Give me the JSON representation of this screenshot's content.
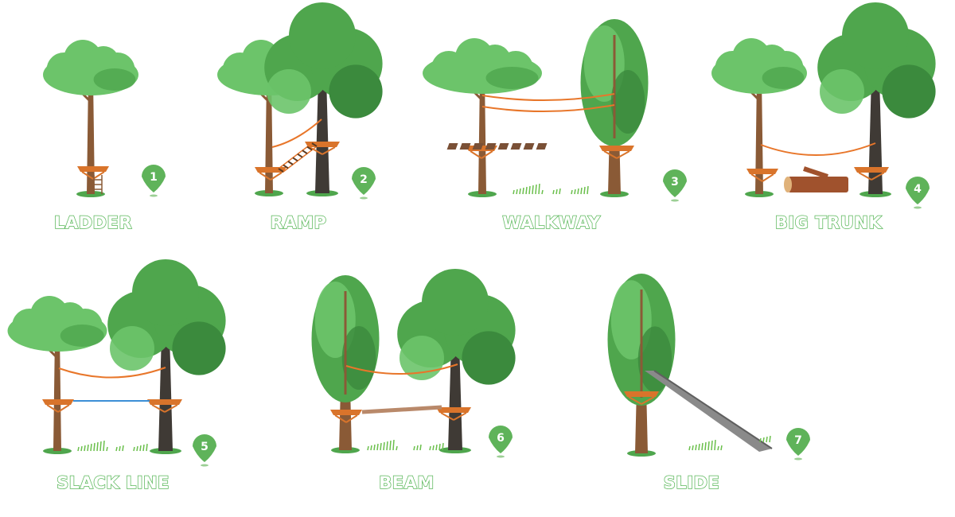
{
  "colors": {
    "caption_green": "#5cb85c",
    "pin_green": "#5fb35a",
    "canopy_light": "#6cc46a",
    "canopy_mid": "#4fa64d",
    "canopy_dark": "#3b8a3d",
    "trunk": "#8a5a36",
    "trunk_dark": "#3f3a35",
    "platform": "#d9742b",
    "rope": "#e8762a",
    "slack_line": "#3b8fd6",
    "beam": "#b9896a",
    "slide": "#8a8a8a",
    "log": "#a0522d"
  },
  "elements": [
    {
      "id": "ladder",
      "number": "1",
      "label": "LADDER"
    },
    {
      "id": "ramp",
      "number": "2",
      "label": "RAMP"
    },
    {
      "id": "walkway",
      "number": "3",
      "label": "WALKWAY"
    },
    {
      "id": "big-trunk",
      "number": "4",
      "label": "BIG TRUNK"
    },
    {
      "id": "slack-line",
      "number": "5",
      "label": "SLACK LINE"
    },
    {
      "id": "beam",
      "number": "6",
      "label": "BEAM"
    },
    {
      "id": "slide",
      "number": "7",
      "label": "SLIDE"
    }
  ]
}
